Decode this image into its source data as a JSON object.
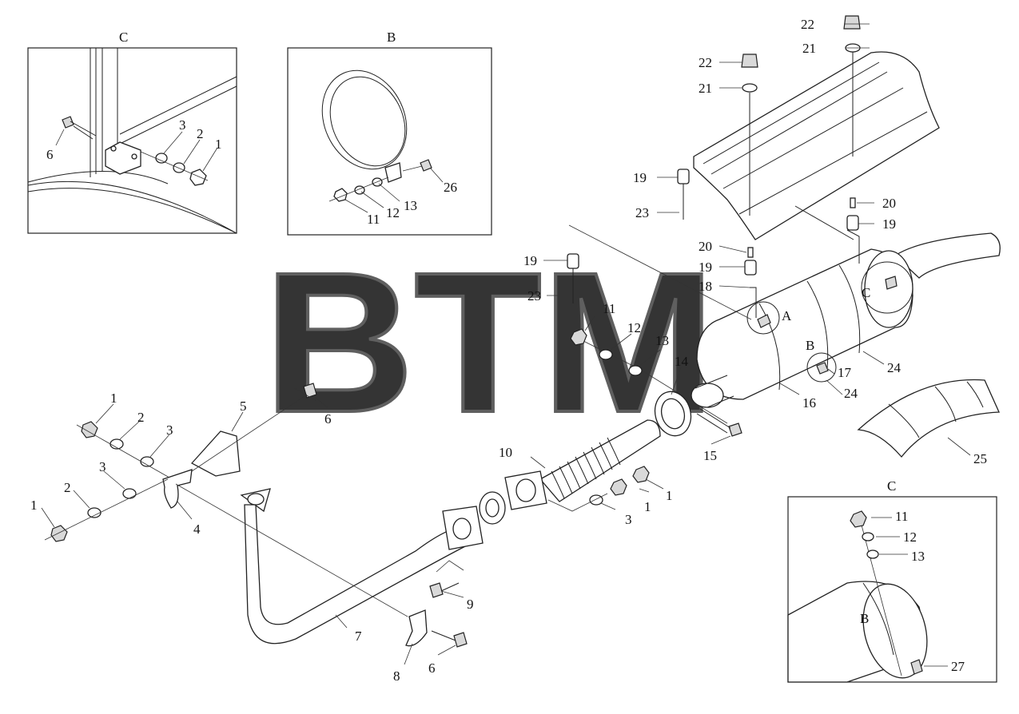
{
  "watermark": {
    "text": "BTM",
    "registered": "®"
  },
  "insets": {
    "topleft_title": "C",
    "topmid_title": "B",
    "bottomright_title": "C",
    "bottomright_inner_label": "B"
  },
  "main_labels": {
    "A": "A",
    "B": "B",
    "C": "C",
    "p1a": "1",
    "p1b": "1",
    "p1c": "1",
    "p1d": "1",
    "p2a": "2",
    "p2b": "2",
    "p3a": "3",
    "p3b": "3",
    "p3c": "3",
    "p4": "4",
    "p5": "5",
    "p6a": "6",
    "p6b": "6",
    "p7": "7",
    "p8": "8",
    "p9": "9",
    "p10": "10",
    "p11": "11",
    "p12": "12",
    "p13": "13",
    "p14": "14",
    "p15": "15",
    "p16": "16",
    "p17": "17",
    "p18": "18",
    "p19a": "19",
    "p19b": "19",
    "p19c": "19",
    "p19d": "19",
    "p20a": "20",
    "p20b": "20",
    "p21a": "21",
    "p21b": "21",
    "p22a": "22",
    "p22b": "22",
    "p23a": "23",
    "p23b": "23",
    "p24a": "24",
    "p24b": "24",
    "p25": "25"
  },
  "inset_c_labels": {
    "p1": "1",
    "p2": "2",
    "p3": "3",
    "p6": "6"
  },
  "inset_b_labels": {
    "p11": "11",
    "p12": "12",
    "p13": "13",
    "p26": "26"
  },
  "inset_c2_labels": {
    "p11": "11",
    "p12": "12",
    "p13": "13",
    "p27": "27"
  }
}
